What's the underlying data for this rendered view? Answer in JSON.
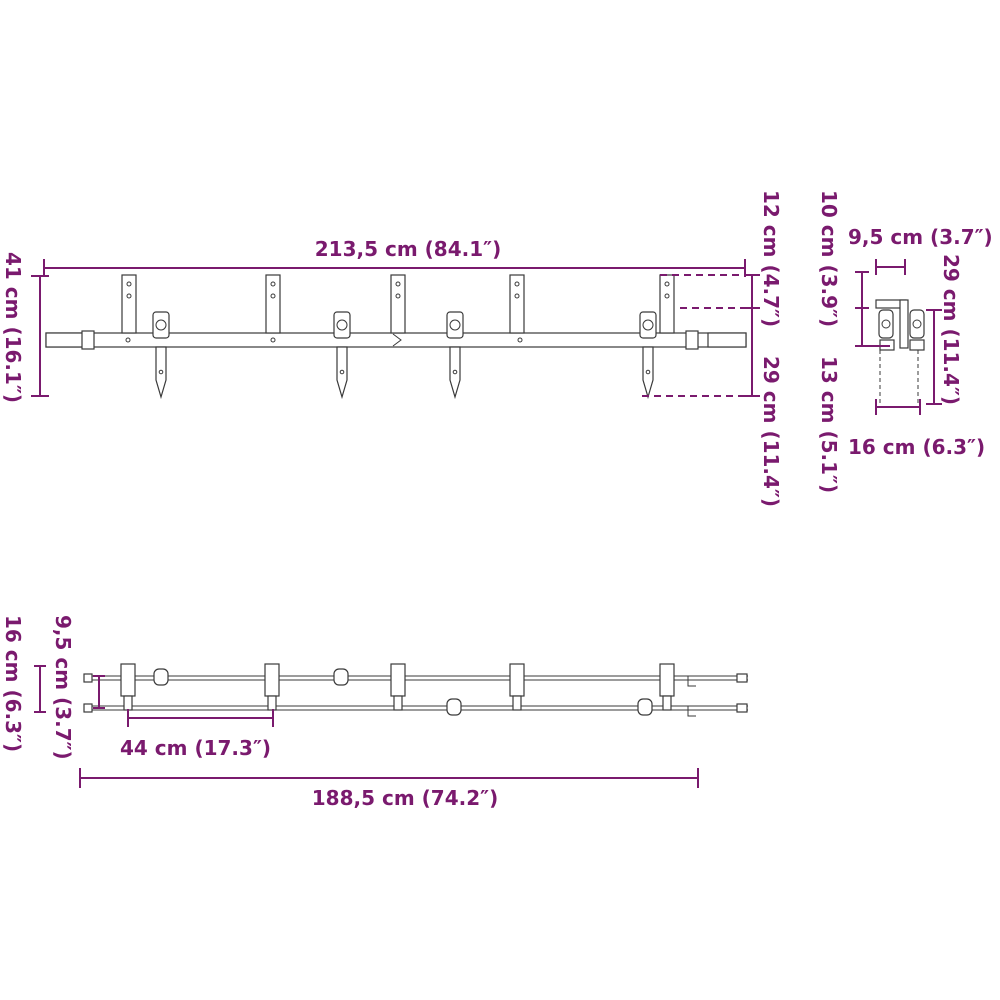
{
  "colors": {
    "dimension": "#7a1a6e",
    "drawing": "#3a3a3a",
    "background": "#ffffff"
  },
  "front_view": {
    "length_label": "213,5 cm (84.1″)",
    "height_label": "41 cm (16.1″)",
    "top_gap_label": "12 cm (4.7″)",
    "hanger_label": "29 cm (11.4″)"
  },
  "side_view": {
    "width_top_label": "9,5 cm (3.7″)",
    "top_height_label": "10 cm (3.9″)",
    "bottom_height_label": "13 cm (5.1″)",
    "right_height_label": "29 cm (11.4″)",
    "width_bottom_label": "16 cm (6.3″)"
  },
  "top_view": {
    "depth_outer_label": "16 cm (6.3″)",
    "depth_inner_label": "9,5 cm (3.7″)",
    "spacing_label": "44 cm (17.3″)",
    "total_length_label": "188,5 cm (74.2″)"
  }
}
